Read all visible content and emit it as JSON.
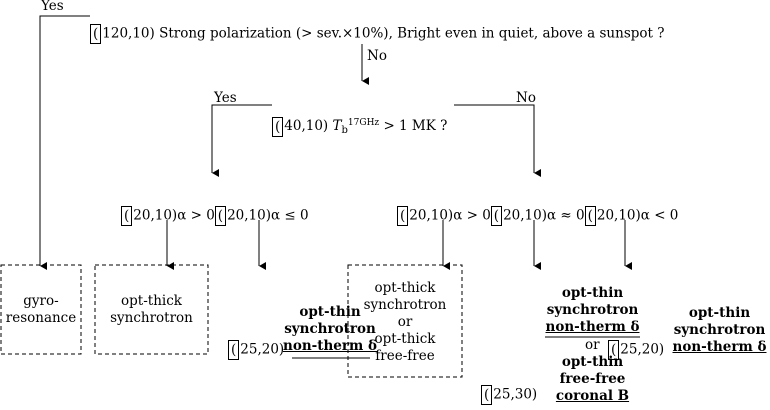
{
  "decision_root": {
    "box_label": "(",
    "text": "120,10) Strong polarization (> sev.×10%), Bright even in quiet, above a sunspot ?",
    "yes_label": "Yes",
    "no_label": "No"
  },
  "decision_temp": {
    "box_label": "(",
    "text_pre": "40,10) ",
    "symbol": "T",
    "superscript": "17GHz",
    "subscript": "b",
    "text_post": " > 1 MK ?",
    "yes_label": "Yes",
    "no_label": "No"
  },
  "spectral_left": {
    "box1": "(",
    "text1": "20,10)α > 0",
    "box2": "(",
    "text2": "20,10)α ≤ 0"
  },
  "spectral_right": {
    "box1": "(",
    "text1": "20,10)α > 0",
    "box2": "(",
    "text2": "20,10)α ≈ 0",
    "box3": "(",
    "text3": "20,10)α < 0"
  },
  "outcomes": {
    "gyroresonance": [
      "gyro-",
      "resonance"
    ],
    "opt_thick_sync": [
      "opt-thick",
      "synchrotron"
    ],
    "opt_thin_left": {
      "box": "(",
      "prefix": "25,20)",
      "line1": "opt-thin",
      "line2": "synchrotron",
      "line3": "non-therm δ"
    },
    "opt_thick_mixed": [
      "opt-thick",
      "synchrotron",
      "or",
      "opt-thick",
      "free-free"
    ],
    "opt_thin_mid": {
      "line1": "opt-thin",
      "line2": "synchrotron",
      "line3": "non-therm δ",
      "or_label": "or",
      "line4": "opt-thin",
      "line5": "free-free",
      "line6": "coronal B",
      "box_a": "(",
      "prefix_a": "25,20)",
      "box_b": "(",
      "prefix_b": "25,30)"
    },
    "opt_thin_right": {
      "line1": "opt-thin",
      "line2": "synchrotron",
      "line3": "non-therm δ"
    }
  }
}
